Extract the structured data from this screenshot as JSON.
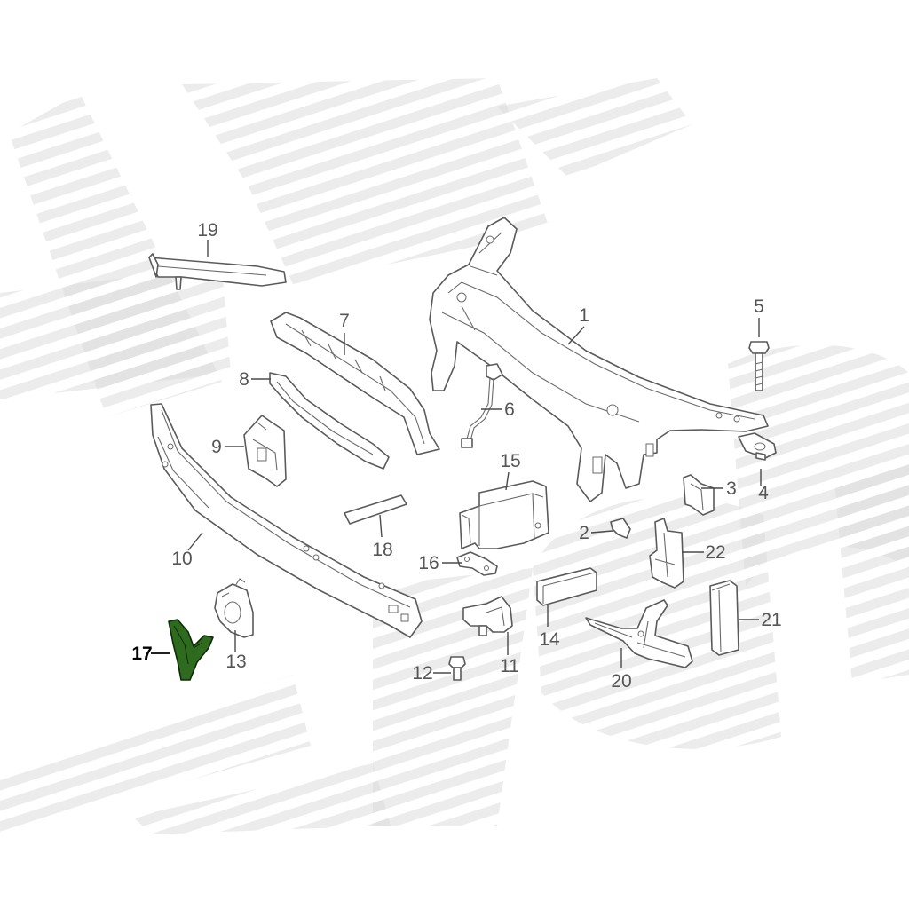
{
  "diagram": {
    "highlight_color": "#2f6b1f",
    "callouts": [
      {
        "id": "1",
        "label": "1"
      },
      {
        "id": "2",
        "label": "2"
      },
      {
        "id": "3",
        "label": "3"
      },
      {
        "id": "4",
        "label": "4"
      },
      {
        "id": "5",
        "label": "5"
      },
      {
        "id": "6",
        "label": "6"
      },
      {
        "id": "7",
        "label": "7"
      },
      {
        "id": "8",
        "label": "8"
      },
      {
        "id": "9",
        "label": "9"
      },
      {
        "id": "10",
        "label": "10"
      },
      {
        "id": "11",
        "label": "11"
      },
      {
        "id": "12",
        "label": "12"
      },
      {
        "id": "13",
        "label": "13"
      },
      {
        "id": "14",
        "label": "14"
      },
      {
        "id": "15",
        "label": "15"
      },
      {
        "id": "16",
        "label": "16"
      },
      {
        "id": "17",
        "label": "17",
        "highlighted": true
      },
      {
        "id": "18",
        "label": "18"
      },
      {
        "id": "19",
        "label": "19"
      },
      {
        "id": "20",
        "label": "20"
      },
      {
        "id": "21",
        "label": "21"
      },
      {
        "id": "22",
        "label": "22"
      }
    ]
  }
}
